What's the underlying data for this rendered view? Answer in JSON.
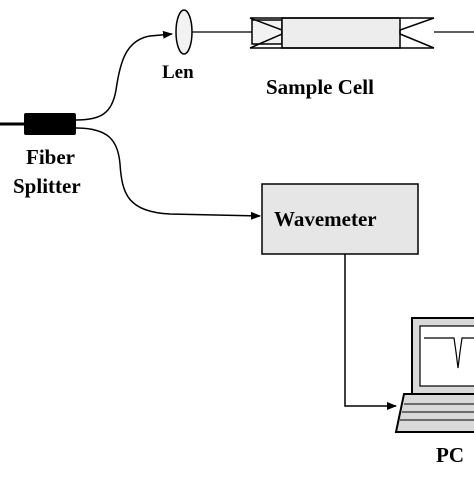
{
  "diagram": {
    "components": {
      "lens": {
        "label": "Len"
      },
      "sample_cell": {
        "label": "Sample Cell"
      },
      "fiber_splitter": {
        "label_line1": "Fiber",
        "label_line2": "Splitter"
      },
      "wavemeter": {
        "label": "Wavemeter"
      },
      "pc": {
        "label": "PC"
      }
    },
    "colors": {
      "line": "#000000",
      "wavemeter_fill": "#e6e6e6",
      "sample_cell_fill": "#ededed",
      "lens_fill": "#f2f2f2",
      "splitter_fill": "#000000"
    }
  }
}
